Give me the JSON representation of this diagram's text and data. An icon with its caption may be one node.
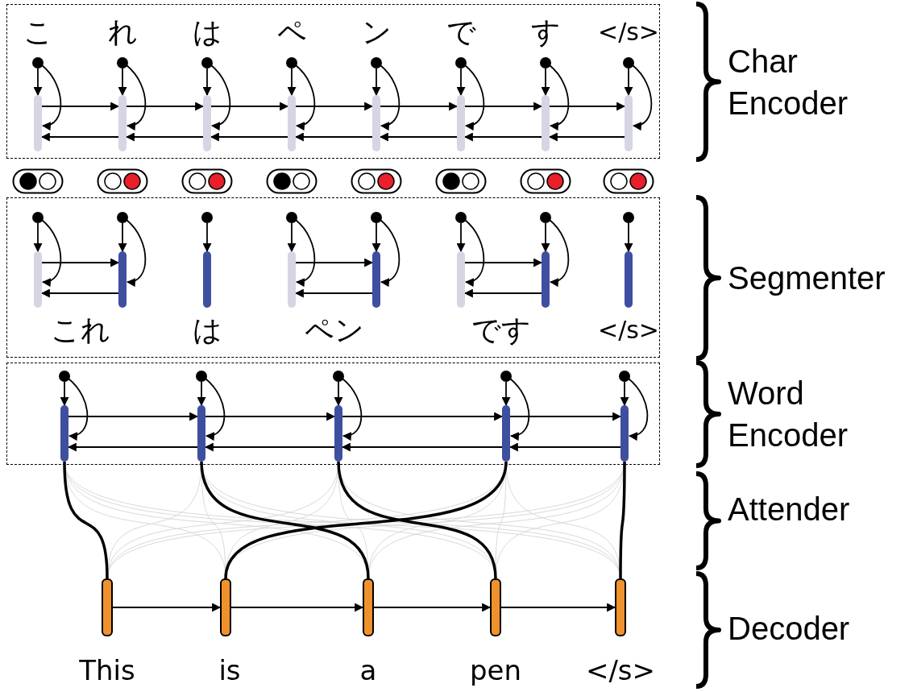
{
  "diagram": {
    "nodes": [
      {
        "text": [
          "Char Encoder"
        ]
      },
      {
        "text": [],
        "shape": "circle",
        "in": 0
      },
      {
        "text": [],
        "shape": "circle",
        "in": 0
      },
      {
        "text": [],
        "shape": "circle",
        "in": 0
      },
      {
        "text": [],
        "shape": "circle",
        "in": 0
      },
      {
        "text": [],
        "shape": "circle",
        "in": 0
      },
      {
        "text": [],
        "shape": "circle",
        "in": 0
      },
      {
        "text": [],
        "shape": "circle",
        "in": 0
      },
      {
        "text": [],
        "shape": "circle",
        "in": 0
      },
      {
        "text": [],
        "shape": "bar",
        "in": 0
      },
      {
        "text": [],
        "shape": "bar",
        "in": 0
      },
      {
        "text": [],
        "shape": "bar",
        "in": 0
      },
      {
        "text": [],
        "shape": "bar",
        "in": 0
      },
      {
        "text": [],
        "shape": "bar",
        "in": 0
      },
      {
        "text": [],
        "shape": "bar",
        "in": 0
      },
      {
        "text": [],
        "shape": "bar",
        "in": 0
      },
      {
        "text": [],
        "shape": "bar",
        "in": 0
      },
      {
        "text": [
          "Segmenter"
        ]
      },
      {
        "text": [],
        "shape": "circle",
        "in": 17
      },
      {
        "text": [],
        "shape": "circle",
        "in": 17
      },
      {
        "text": [],
        "shape": "circle",
        "in": 17
      },
      {
        "text": [],
        "shape": "circle",
        "in": 17
      },
      {
        "text": [],
        "shape": "circle",
        "in": 17
      },
      {
        "text": [],
        "shape": "circle",
        "in": 17
      },
      {
        "text": [],
        "shape": "circle",
        "in": 17
      },
      {
        "text": [],
        "shape": "circle",
        "in": 17
      },
      {
        "text": [],
        "shape": "bar",
        "in": 17
      },
      {
        "text": [],
        "shape": "bar",
        "in": 17
      },
      {
        "text": [],
        "shape": "bar",
        "in": 17
      },
      {
        "text": [],
        "shape": "bar",
        "in": 17
      },
      {
        "text": [],
        "shape": "bar",
        "in": 17
      },
      {
        "text": [],
        "shape": "bar",
        "in": 17
      },
      {
        "text": [],
        "shape": "bar",
        "in": 17
      },
      {
        "text": [],
        "shape": "bar",
        "in": 17
      },
      {
        "text": [
          "Word Encoder"
        ]
      },
      {
        "text": [],
        "shape": "circle",
        "in": 34
      },
      {
        "text": [],
        "shape": "circle",
        "in": 34
      },
      {
        "text": [],
        "shape": "circle",
        "in": 34
      },
      {
        "text": [],
        "shape": "circle",
        "in": 34
      },
      {
        "text": [],
        "shape": "circle",
        "in": 34
      },
      {
        "text": [],
        "shape": "bar",
        "in": 34
      },
      {
        "text": [],
        "shape": "bar",
        "in": 34
      },
      {
        "text": [],
        "shape": "bar",
        "in": 34
      },
      {
        "text": [],
        "shape": "bar",
        "in": 34
      },
      {
        "text": [],
        "shape": "bar",
        "in": 34
      },
      {
        "text": [],
        "shape": "bar"
      },
      {
        "text": [],
        "shape": "bar"
      },
      {
        "text": [],
        "shape": "bar"
      },
      {
        "text": [],
        "shape": "bar"
      },
      {
        "text": [],
        "shape": "bar"
      }
    ],
    "edges": [
      {
        "from": 1,
        "to": 9,
        "arrow": "to"
      },
      {
        "from": 2,
        "to": 10,
        "arrow": "to"
      },
      {
        "from": 3,
        "to": 11,
        "arrow": "to"
      },
      {
        "from": 4,
        "to": 12,
        "arrow": "to"
      },
      {
        "from": 5,
        "to": 13,
        "arrow": "to"
      },
      {
        "from": 6,
        "to": 14,
        "arrow": "to"
      },
      {
        "from": 7,
        "to": 15,
        "arrow": "to"
      },
      {
        "from": 8,
        "to": 16,
        "arrow": "to"
      },
      {
        "from": 1,
        "to": 9,
        "arrow": "to"
      },
      {
        "from": 2,
        "to": 10,
        "arrow": "to"
      },
      {
        "from": 3,
        "to": 11,
        "arrow": "to"
      },
      {
        "from": 4,
        "to": 12,
        "arrow": "to"
      },
      {
        "from": 5,
        "to": 13,
        "arrow": "to"
      },
      {
        "from": 6,
        "to": 14,
        "arrow": "to"
      },
      {
        "from": 7,
        "to": 15,
        "arrow": "to"
      },
      {
        "from": 8,
        "to": 16,
        "arrow": "to"
      },
      {
        "from": 9,
        "to": 10,
        "arrow": "to"
      },
      {
        "from": 10,
        "to": 11,
        "arrow": "to"
      },
      {
        "from": 11,
        "to": 12,
        "arrow": "to"
      },
      {
        "from": 12,
        "to": 13,
        "arrow": "to"
      },
      {
        "from": 13,
        "to": 14,
        "arrow": "to"
      },
      {
        "from": 14,
        "to": 15,
        "arrow": "to"
      },
      {
        "from": 15,
        "to": 16,
        "arrow": "to"
      },
      {
        "from": 10,
        "to": 9,
        "arrow": "to"
      },
      {
        "from": 11,
        "to": 10,
        "arrow": "to"
      },
      {
        "from": 12,
        "to": 11,
        "arrow": "to"
      },
      {
        "from": 13,
        "to": 12,
        "arrow": "to"
      },
      {
        "from": 14,
        "to": 13,
        "arrow": "to"
      },
      {
        "from": 15,
        "to": 14,
        "arrow": "to"
      },
      {
        "from": 16,
        "to": 15,
        "arrow": "to"
      },
      {
        "from": 18,
        "to": 26,
        "arrow": "to"
      },
      {
        "from": 19,
        "to": 27,
        "arrow": "to"
      },
      {
        "from": 20,
        "to": 28,
        "arrow": "to"
      },
      {
        "from": 21,
        "to": 29,
        "arrow": "to"
      },
      {
        "from": 22,
        "to": 30,
        "arrow": "to"
      },
      {
        "from": 23,
        "to": 31,
        "arrow": "to"
      },
      {
        "from": 24,
        "to": 32,
        "arrow": "to"
      },
      {
        "from": 25,
        "to": 33,
        "arrow": "to"
      },
      {
        "from": 18,
        "to": 26,
        "arrow": "to"
      },
      {
        "from": 19,
        "to": 27,
        "arrow": "to"
      },
      {
        "from": 21,
        "to": 29,
        "arrow": "to"
      },
      {
        "from": 22,
        "to": 30,
        "arrow": "to"
      },
      {
        "from": 23,
        "to": 31,
        "arrow": "to"
      },
      {
        "from": 24,
        "to": 32,
        "arrow": "to"
      },
      {
        "from": 26,
        "to": 27,
        "arrow": "to"
      },
      {
        "from": 29,
        "to": 30,
        "arrow": "to"
      },
      {
        "from": 31,
        "to": 32,
        "arrow": "to"
      },
      {
        "from": 27,
        "to": 26,
        "arrow": "to"
      },
      {
        "from": 30,
        "to": 29,
        "arrow": "to"
      },
      {
        "from": 32,
        "to": 31,
        "arrow": "to"
      },
      {
        "from": 35,
        "to": 40,
        "arrow": "to"
      },
      {
        "from": 36,
        "to": 41,
        "arrow": "to"
      },
      {
        "from": 37,
        "to": 42,
        "arrow": "to"
      },
      {
        "from": 38,
        "to": 43,
        "arrow": "to"
      },
      {
        "from": 39,
        "to": 44,
        "arrow": "to"
      },
      {
        "from": 35,
        "to": 40,
        "arrow": "to"
      },
      {
        "from": 36,
        "to": 41,
        "arrow": "to"
      },
      {
        "from": 37,
        "to": 42,
        "arrow": "to"
      },
      {
        "from": 38,
        "to": 43,
        "arrow": "to"
      },
      {
        "from": 39,
        "to": 44,
        "arrow": "to"
      },
      {
        "from": 40,
        "to": 41,
        "arrow": "to"
      },
      {
        "from": 41,
        "to": 42,
        "arrow": "to"
      },
      {
        "from": 42,
        "to": 43,
        "arrow": "to"
      },
      {
        "from": 43,
        "to": 44,
        "arrow": "to"
      },
      {
        "from": 41,
        "to": 40,
        "arrow": "to"
      },
      {
        "from": 42,
        "to": 41,
        "arrow": "to"
      },
      {
        "from": 43,
        "to": 42,
        "arrow": "to"
      },
      {
        "from": 44,
        "to": 43,
        "arrow": "to"
      },
      {
        "from": 45,
        "to": 46,
        "arrow": "to"
      },
      {
        "from": 46,
        "to": 47,
        "arrow": "to"
      },
      {
        "from": 47,
        "to": 48,
        "arrow": "to"
      },
      {
        "from": 48,
        "to": 49,
        "arrow": "to"
      },
      {
        "from": 40,
        "to": 45,
        "arrow": "none",
        "style": "thick"
      },
      {
        "from": 40,
        "to": 46,
        "arrow": "none",
        "color": "#d9d9d9"
      },
      {
        "from": 40,
        "to": 47,
        "arrow": "none",
        "color": "#d9d9d9"
      },
      {
        "from": 40,
        "to": 48,
        "arrow": "none",
        "color": "#d9d9d9"
      },
      {
        "from": 40,
        "to": 49,
        "arrow": "none",
        "color": "#d9d9d9"
      },
      {
        "from": 41,
        "to": 45,
        "arrow": "none",
        "color": "#d9d9d9"
      },
      {
        "from": 41,
        "to": 46,
        "arrow": "none",
        "color": "#d9d9d9"
      },
      {
        "from": 41,
        "to": 47,
        "arrow": "none",
        "style": "thick"
      },
      {
        "from": 41,
        "to": 48,
        "arrow": "none",
        "color": "#d9d9d9"
      },
      {
        "from": 41,
        "to": 49,
        "arrow": "none",
        "color": "#d9d9d9"
      },
      {
        "from": 42,
        "to": 45,
        "arrow": "none",
        "color": "#d9d9d9"
      },
      {
        "from": 42,
        "to": 46,
        "arrow": "none",
        "color": "#d9d9d9"
      },
      {
        "from": 42,
        "to": 47,
        "arrow": "none",
        "color": "#d9d9d9"
      },
      {
        "from": 42,
        "to": 48,
        "arrow": "none",
        "style": "thick"
      },
      {
        "from": 42,
        "to": 49,
        "arrow": "none",
        "color": "#d9d9d9"
      },
      {
        "from": 43,
        "to": 45,
        "arrow": "none",
        "color": "#d9d9d9"
      },
      {
        "from": 43,
        "to": 46,
        "arrow": "none",
        "style": "thick"
      },
      {
        "from": 43,
        "to": 47,
        "arrow": "none",
        "color": "#d9d9d9"
      },
      {
        "from": 43,
        "to": 48,
        "arrow": "none",
        "color": "#d9d9d9"
      },
      {
        "from": 43,
        "to": 49,
        "arrow": "none",
        "color": "#d9d9d9"
      },
      {
        "from": 44,
        "to": 45,
        "arrow": "none",
        "color": "#d9d9d9"
      },
      {
        "from": 44,
        "to": 46,
        "arrow": "none",
        "color": "#d9d9d9"
      },
      {
        "from": 44,
        "to": 47,
        "arrow": "none",
        "color": "#d9d9d9"
      },
      {
        "from": 44,
        "to": 48,
        "arrow": "none",
        "color": "#d9d9d9"
      },
      {
        "from": 44,
        "to": 49,
        "arrow": "none",
        "style": "thick"
      }
    ],
    "labels": [
      "こ",
      "れ",
      "は",
      "ペ",
      "ン",
      "で",
      "す",
      "</s>",
      "これ",
      "は",
      "ペン",
      "です",
      "</s>",
      "Attender",
      "Decoder",
      "This",
      "is",
      "a",
      "pen",
      "</s>"
    ]
  }
}
